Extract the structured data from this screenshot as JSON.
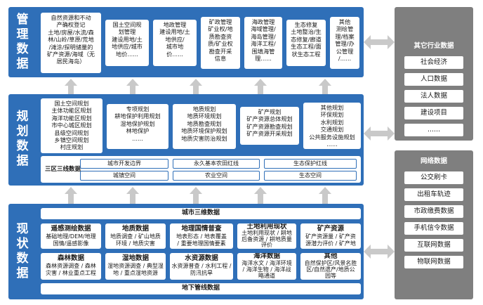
{
  "management": {
    "title": "管理数据",
    "boxes": [
      {
        "title": "",
        "lines": [
          "自然资源和不动",
          "产确权登记",
          "土地/房屋/水流/森",
          "林/山岭/草原/荒地",
          "/滩涂/探明储量的",
          "矿产资源/海域（无",
          "居民海岛）"
        ]
      },
      {
        "title": "",
        "lines": [
          "国土空间规",
          "划管理",
          "建设用地/土",
          "地供应/城市",
          "地价......"
        ]
      },
      {
        "title": "",
        "lines": [
          "地政管理",
          "建设用地/土",
          "地供应/",
          "城市地",
          "价......"
        ]
      },
      {
        "title": "",
        "lines": [
          "矿政管理",
          "矿业权/地",
          "质勘查资",
          "质/矿业权",
          "勘查开采",
          "信息"
        ]
      },
      {
        "title": "",
        "lines": [
          "海政管理",
          "海域管理/",
          "海岛管理/",
          "海洋工程/",
          "围填海管",
          "理......"
        ]
      },
      {
        "title": "",
        "lines": [
          "生态修复",
          "土地整治/生",
          "态修复/廊道",
          "生态工程/面",
          "状生态工程"
        ]
      },
      {
        "title": "",
        "lines": [
          "其他",
          "测绘管",
          "理/档案",
          "管理/办",
          "公管理",
          "/......"
        ]
      }
    ]
  },
  "planning": {
    "title": "规划数据",
    "boxes": [
      {
        "lines": [
          "国土空间规划",
          "主体功能区规划",
          "海洋功能区规划",
          "市中心城区规划",
          "县级空间规划",
          "乡镇空间规划",
          "村庄规划"
        ]
      },
      {
        "lines": [
          "专项规划",
          "耕地保护利用规划",
          "湿地保护规划",
          "林地保护",
          "......"
        ]
      },
      {
        "lines": [
          "地质规划",
          "地质环境规划",
          "地质勘查规划",
          "地质环境保护规划",
          "地质灾害防治规划"
        ]
      },
      {
        "lines": [
          "矿产规划",
          "矿产资源总体规划",
          "矿产资源勘查规划",
          "矿产资源开采规划"
        ]
      },
      {
        "lines": [
          "其他规划",
          "环保规划",
          "水利规划",
          "交通规划",
          "公共服务设施规划",
          "......"
        ]
      }
    ],
    "three_zones": {
      "label": "三区三线数据",
      "top": [
        "城市开发边界",
        "永久基本农田红线",
        "生态保护红线"
      ],
      "bottom": [
        "城镇空间",
        "农业空间",
        "生态空间"
      ]
    }
  },
  "current": {
    "title": "现状数据",
    "top_bar": "城市三维数据",
    "bottom_bar": "地下管线数据",
    "boxes": [
      {
        "title": "遥感测绘数据",
        "lines": [
          "基础地理/DEM/地理",
          "国情/遥感影像"
        ]
      },
      {
        "title": "地质数据",
        "lines": [
          "地质调查 / 矿山地质",
          "环境 / 地质灾害"
        ]
      },
      {
        "title": "地理国情普查",
        "lines": [
          "地表形态 / 地表覆盖",
          "/ 重要地理国情要素"
        ]
      },
      {
        "title": "土地利用现状",
        "lines": [
          "土地利用现状 / 耕地",
          "后备资源 / 耕地质量",
          "评价"
        ]
      },
      {
        "title": "矿产资源",
        "lines": [
          "矿产资源量 / 矿产资",
          "源潜力评价 / 矿产地"
        ]
      },
      {
        "title": "森林数据",
        "lines": [
          "森林资源调查 / 森林",
          "灾害 / 林业重点工程"
        ]
      },
      {
        "title": "湿地数据",
        "lines": [
          "湿地资源调查 / 典型湿",
          "地 / 重点湿地资源"
        ]
      },
      {
        "title": "水资源数据",
        "lines": [
          "水资源普查 / 水利工程 /",
          "防汛抗旱"
        ]
      },
      {
        "title": "海洋数据",
        "lines": [
          "海洋水文 / 海洋环境",
          "/ 海洋生物 / 海洋战",
          "略通道"
        ]
      },
      {
        "title": "其他",
        "lines": [
          "自然保护区/风景名胜",
          "区/自然遗产/地质公",
          "园等"
        ]
      }
    ]
  },
  "other_industry": {
    "title": "其它行业数据",
    "items": [
      "社会经济",
      "人口数据",
      "法人数据",
      "建设项目",
      "......"
    ]
  },
  "network": {
    "title": "网络数据",
    "items": [
      "公交刷卡",
      "出租车轨迹",
      "市政缴费数据",
      "手机信令数据",
      "互联网数据",
      "物联网数据"
    ]
  },
  "colors": {
    "panel": "#2f6fb8",
    "gray_panel": "#7f7f7f",
    "arrow": "#c9c9c9"
  }
}
